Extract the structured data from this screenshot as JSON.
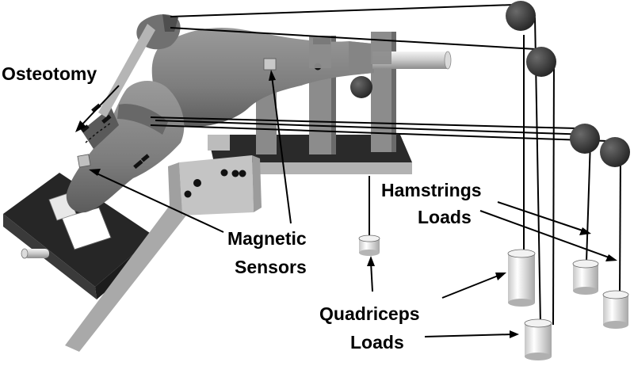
{
  "labels": {
    "osteotomy": "Osteotomy",
    "magnetic_line1": "Magnetic",
    "magnetic_line2": "Sensors",
    "hamstrings_line1": "Hamstrings",
    "hamstrings_line2": "Loads",
    "quadriceps_line1": "Quadriceps",
    "quadriceps_line2": "Loads"
  },
  "colors": {
    "background": "#ffffff",
    "bone": "#7f7f7f",
    "bone_dark": "#5e5e5e",
    "fixture": "#8c8c8c",
    "base_dark": "#2b2b2b",
    "plate_light": "#b4b4b4",
    "pulley": "#333333",
    "weight": "#e6e6e6",
    "cable": "#000000"
  }
}
